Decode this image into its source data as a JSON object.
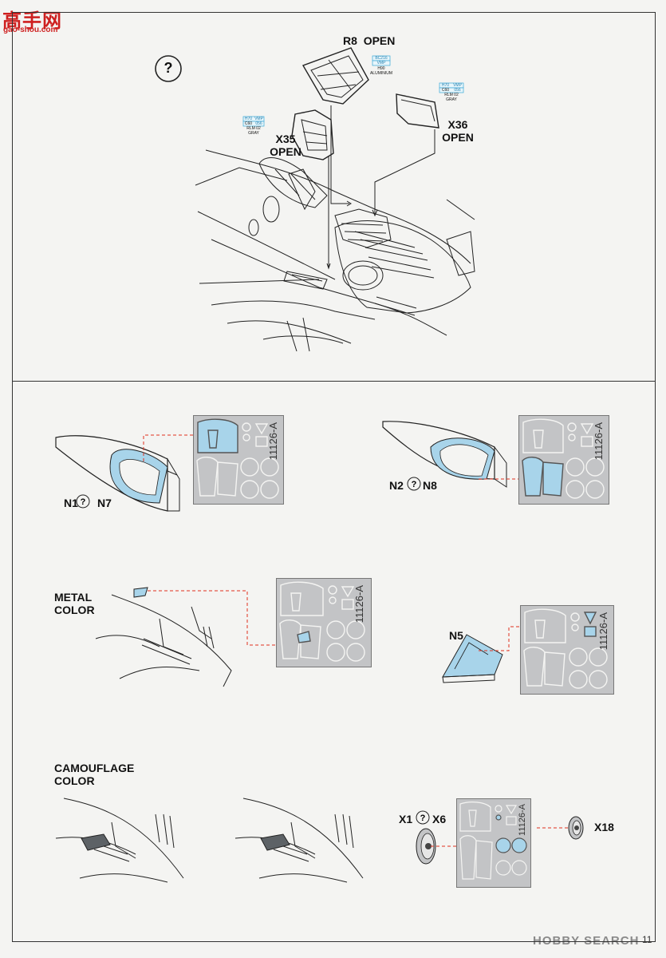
{
  "watermark": {
    "chars": "高手网",
    "domain": "gao-shou.com",
    "site": "HOBBY SEARCH"
  },
  "page_number": "11",
  "top_section": {
    "question_mark": "?",
    "parts": [
      {
        "id": "r8",
        "part": "R8",
        "state": "OPEN",
        "paint": {
          "code1": "BC216",
          "code2": "VMP",
          "code3": "H90",
          "name": "ALUMINIUM"
        }
      },
      {
        "id": "x35",
        "part": "X35",
        "state": "OPEN",
        "paint": {
          "code1": "H70",
          "code2": "VMP",
          "code3": "C60",
          "code4": "056",
          "rlm": "RLM 02",
          "name": "GRAY"
        }
      },
      {
        "id": "x36",
        "part": "X36",
        "state": "OPEN",
        "paint": {
          "code1": "H70",
          "code2": "VMP",
          "code3": "C60",
          "code4": "056",
          "rlm": "RLM 02",
          "name": "GRAY"
        }
      }
    ]
  },
  "mask_sheet_code": "11126-A",
  "steps": {
    "n1_n7": {
      "left": "N1",
      "right": "N7"
    },
    "n2_n8": {
      "left": "N2",
      "right": "N8"
    },
    "metal": {
      "line1": "METAL",
      "line2": "COLOR"
    },
    "n5": {
      "label": "N5"
    },
    "camo": {
      "line1": "CAMOUFLAGE",
      "line2": "COLOR"
    },
    "x1_x6": {
      "left": "X1",
      "right": "X6"
    },
    "x18": {
      "label": "X18"
    }
  },
  "colors": {
    "mask_blue": "#a8d4ea",
    "leader_red": "#e0301e",
    "mask_sheet": "#c3c4c6",
    "paper": "#f4f4f2"
  }
}
